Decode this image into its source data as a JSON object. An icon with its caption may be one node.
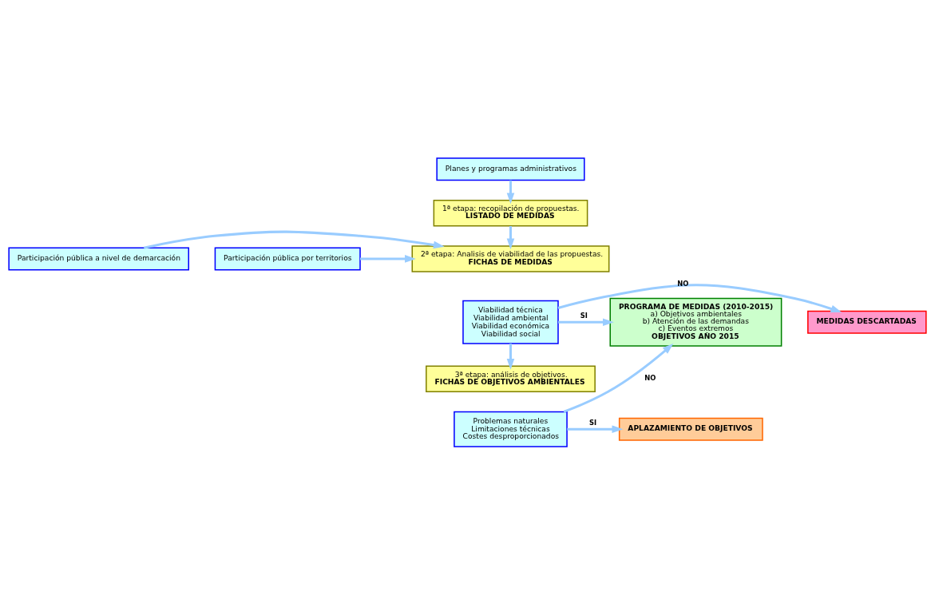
{
  "diagram": {
    "nodes": [
      {
        "text": [
          "Planes y programas administrativos"
        ]
      },
      {
        "text": [
          "1ª etapa: recopilación de propuestas.",
          "LISTADO DE MEDIDAS"
        ]
      },
      {
        "text": [
          "Participación pública a nivel de demarcación"
        ]
      },
      {
        "text": [
          "2ª etapa: Analisis de viabilidad de las propuestas.",
          "FICHAS DE MEDIDAS"
        ]
      },
      {
        "text": [
          "Participación pública por territorios"
        ]
      },
      {
        "text": [
          "MEDIDAS DESCARTADAS"
        ]
      },
      {
        "text": [
          "Viabilidad técnica",
          "Viabilidad ambiental",
          "Viabilidad económica",
          "Viabilidad social"
        ]
      },
      {
        "text": [
          "PROGRAMA DE MEDIDAS (2010-2015)",
          "a) Objetivos ambientales",
          "b) Atención de las demandas",
          "c) Eventos extremos",
          "OBJETIVOS AÑO 2015"
        ]
      },
      {
        "text": [
          "3ª etapa: análisis de objetivos.",
          "FICHAS DE OBJETIVOS AMBIENTALES"
        ]
      },
      {
        "text": [
          "APLAZAMIENTO DE OBJETIVOS"
        ]
      },
      {
        "text": [
          "Problemas naturales",
          "Limitaciones técnicas",
          "Costes desproporcionados"
        ]
      }
    ],
    "edges": [
      {
        "from": 0,
        "to": 1,
        "arrow": "to"
      },
      {
        "from": 1,
        "to": 3,
        "arrow": "to"
      },
      {
        "from": 2,
        "to": 3,
        "arrow": "to"
      },
      {
        "from": 4,
        "to": 3,
        "arrow": "to"
      },
      {
        "from": 6,
        "to": 5,
        "arrow": "to",
        "label": "NO"
      },
      {
        "from": 6,
        "to": 7,
        "arrow": "to",
        "label": "SI"
      },
      {
        "from": 6,
        "to": 8,
        "arrow": "to"
      },
      {
        "from": 10,
        "to": 9,
        "arrow": "to",
        "label": "SI"
      },
      {
        "from": 10,
        "to": 7,
        "arrow": "to",
        "label": "NO"
      }
    ]
  }
}
